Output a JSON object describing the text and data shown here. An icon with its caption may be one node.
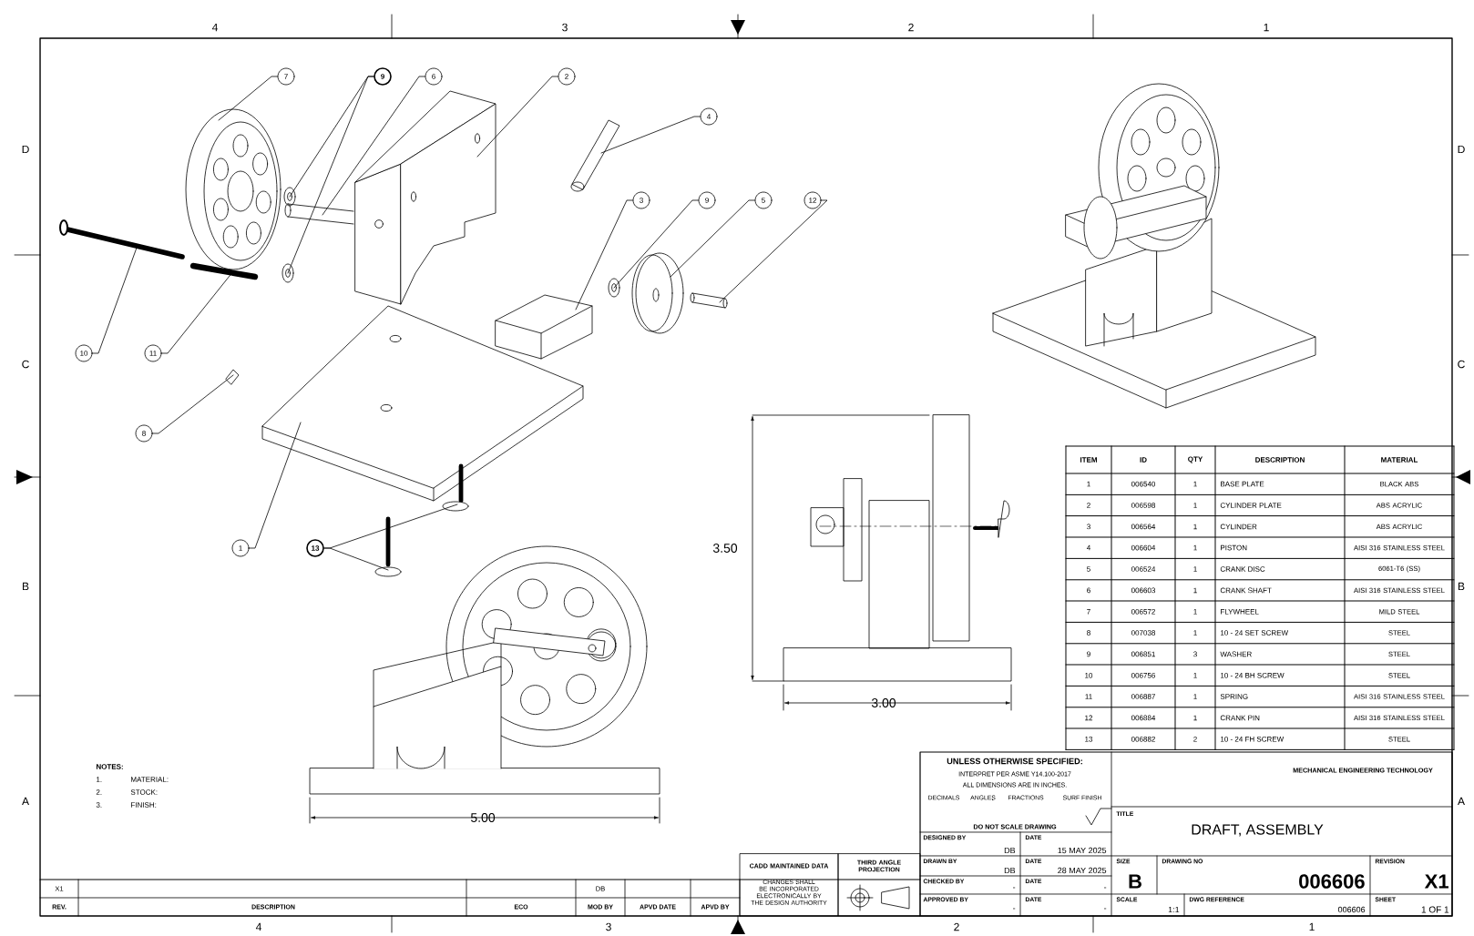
{
  "diagram": {
    "title": "DRAFT, ASSEMBLY",
    "nodes": [
      {
        "text": [
          "7"
        ]
      },
      {
        "text": [
          "9"
        ]
      },
      {
        "text": [
          "6"
        ]
      },
      {
        "text": [
          "2"
        ]
      },
      {
        "text": [
          "4"
        ]
      },
      {
        "text": [
          "3"
        ]
      },
      {
        "text": [
          "9"
        ]
      },
      {
        "text": [
          "5"
        ]
      },
      {
        "text": [
          "12"
        ]
      },
      {
        "text": [
          "10"
        ]
      },
      {
        "text": [
          "11"
        ]
      },
      {
        "text": [
          "8"
        ]
      },
      {
        "text": [
          "1"
        ]
      },
      {
        "text": [
          "13"
        ]
      },
      {
        "text": [],
        "shape": "picture"
      },
      {
        "text": [],
        "shape": "picture"
      },
      {
        "text": [],
        "shape": "picture"
      },
      {
        "text": [],
        "shape": "picture"
      },
      {
        "text": [],
        "shape": "picture"
      },
      {
        "text": [],
        "shape": "picture"
      },
      {
        "text": [],
        "shape": "picture"
      },
      {
        "text": [],
        "shape": "picture"
      },
      {
        "text": [],
        "shape": "picture"
      },
      {
        "text": [],
        "shape": "picture"
      },
      {
        "text": [],
        "shape": "picture"
      },
      {
        "text": [],
        "shape": "picture"
      },
      {
        "text": [],
        "shape": "picture"
      },
      {
        "text": [],
        "shape": "picture"
      },
      {
        "text": [],
        "shape": "picture"
      },
      {
        "text": [],
        "shape": "picture"
      }
    ],
    "edges": [
      {
        "from": 0,
        "to": 14,
        "arrow": "none"
      },
      {
        "from": 1,
        "to": 15,
        "arrow": "none"
      },
      {
        "from": 1,
        "to": 16,
        "arrow": "none"
      },
      {
        "from": 2,
        "to": 17,
        "arrow": "none"
      },
      {
        "from": 3,
        "to": 18,
        "arrow": "none"
      },
      {
        "from": 4,
        "to": 19,
        "arrow": "none"
      },
      {
        "from": 5,
        "to": 20,
        "arrow": "none"
      },
      {
        "from": 6,
        "to": 21,
        "arrow": "none"
      },
      {
        "from": 7,
        "to": 22,
        "arrow": "none"
      },
      {
        "from": 8,
        "to": 23,
        "arrow": "none"
      },
      {
        "from": 9,
        "to": 24,
        "arrow": "none"
      },
      {
        "from": 10,
        "to": 25,
        "arrow": "none"
      },
      {
        "from": 11,
        "to": 26,
        "arrow": "none"
      },
      {
        "from": 12,
        "to": 27,
        "arrow": "none"
      },
      {
        "from": 13,
        "to": 28,
        "arrow": "none"
      },
      {
        "from": 13,
        "to": 29,
        "arrow": "none"
      }
    ],
    "labels": [
      "4",
      "3",
      "2",
      "1",
      "D",
      "C",
      "B",
      "A",
      "D",
      "C",
      "B",
      "A",
      "3.50",
      "3.00",
      "5.00",
      "ITEM",
      "ID",
      "QTY",
      "DESCRIPTION",
      "MATERIAL",
      "1",
      "006540",
      "1",
      "BASE PLATE",
      "BLACK ABS",
      "2",
      "006598",
      "1",
      "CYLINDER PLATE",
      "ABS ACRYLIC",
      "3",
      "006564",
      "1",
      "CYLINDER",
      "ABS ACRYLIC",
      "4",
      "006604",
      "1",
      "PISTON",
      "AISI 316 STAINLESS STEEL",
      "5",
      "006524",
      "1",
      "CRANK DISC",
      "6061-T6 (SS)",
      "6",
      "006603",
      "1",
      "CRANK SHAFT",
      "AISI 316 STAINLESS STEEL",
      "7",
      "006572",
      "1",
      "FLYWHEEL",
      "MILD STEEL",
      "8",
      "007038",
      "1",
      "10 - 24 SET SCREW",
      "STEEL",
      "9",
      "006851",
      "3",
      "WASHER",
      "STEEL",
      "10",
      "006756",
      "1",
      "10 - 24 BH SCREW",
      "STEEL",
      "11",
      "006887",
      "1",
      "SPRING",
      "AISI 316 STAINLESS STEEL",
      "12",
      "006884",
      "1",
      "CRANK PIN",
      "AISI 316 STAINLESS STEEL",
      "13",
      "006882",
      "2",
      "10 - 24 FH SCREW",
      "STEEL",
      "NOTES:",
      "1.",
      "MATERIAL:",
      "2.",
      "STOCK:",
      "3.",
      "FINISH:",
      "UNLESS OTHERWISE SPECIFIED:",
      "INTERPRET PER ASME Y14.100-2017",
      "ALL DIMENSIONS ARE IN INCHES.",
      "DECIMALS",
      "ANGLES",
      "FRACTIONS",
      "SURF FINISH",
      "DO NOT SCALE DRAWING",
      "MECHANICAL ENGINEERING TECHNOLOGY",
      "TITLE",
      "DESIGNED BY",
      "DB",
      "DATE",
      "15 MAY 2025",
      "DRAWN BY",
      "DB",
      "DATE",
      "28 MAY 2025",
      "CHECKED BY",
      "-",
      "DATE",
      "-",
      "APPROVED BY",
      "-",
      "DATE",
      "-",
      "SIZE",
      "B",
      "DRAWING NO",
      "006606",
      "REVISION",
      "X1",
      "SCALE",
      "1:1",
      "DWG REFERENCE",
      "006606",
      "SHEET",
      "1 OF 1",
      "X1",
      "DB",
      "REV.",
      "DESCRIPTION",
      "ECO",
      "MOD BY",
      "APVD DATE",
      "APVD BY",
      "CADD MAINTAINED DATA",
      "CHANGES SHALL BE INCORPORATED ELECTRONICALLY BY THE DESIGN AUTHORITY",
      "THIRD ANGLE PROJECTION",
      "4",
      "3",
      "2",
      "1"
    ]
  }
}
